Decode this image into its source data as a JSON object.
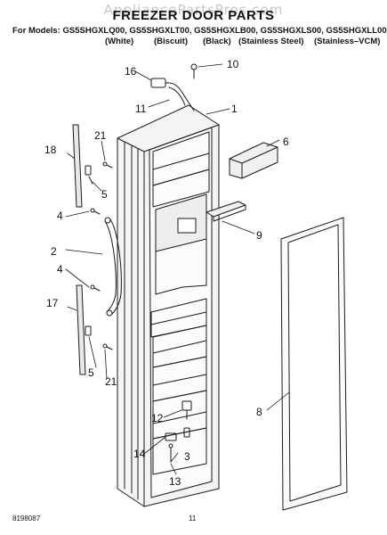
{
  "header": {
    "watermark": "AppliancePartsPros.com",
    "title": "FREEZER DOOR PARTS",
    "models_prefix": "For Models:",
    "models": "GS5SHGXLQ00, GS5SHGXLT00, GS5SHGXLB00, GS5SHGXLS00, GS5SHGXLL00",
    "colors": [
      "(White)",
      "(Biscuit)",
      "(Black)",
      "(Stainless Steel)",
      "(Stainless–VCM)"
    ]
  },
  "callouts": {
    "c1": "1",
    "c2": "2",
    "c3": "3",
    "c4a": "4",
    "c4b": "4",
    "c5a": "5",
    "c5b": "5",
    "c6": "6",
    "c8": "8",
    "c9": "9",
    "c10": "10",
    "c11": "11",
    "c12": "12",
    "c13": "13",
    "c14": "14",
    "c16": "16",
    "c17": "17",
    "c18": "18",
    "c21a": "21",
    "c21b": "21"
  },
  "footer": {
    "doc_number": "8198087",
    "page_number": "11"
  },
  "colors": {
    "line": "#1a1a1a",
    "watermark": "#c8c8c8",
    "background": "#ffffff"
  }
}
